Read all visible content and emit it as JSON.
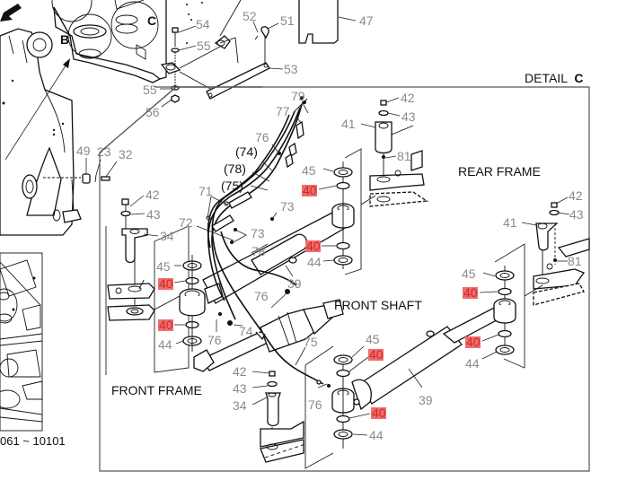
{
  "diagram": {
    "detail_title": "DETAIL",
    "detail_letter": "C",
    "serial_range": "061 ~ 10101",
    "reference_letters": {
      "b": "B",
      "c": "C"
    },
    "sections": {
      "rear_frame": "REAR FRAME",
      "front_shaft": "FRONT SHAFT",
      "front_frame": "FRONT FRAME"
    },
    "highlight_color": "#f26b6b",
    "callouts_top": {
      "c54": "54",
      "c55a": "55",
      "c52": "52",
      "c51": "51",
      "c53": "53",
      "c55b": "55",
      "c56": "56",
      "c47": "47",
      "c49": "49",
      "c23": "23",
      "c32": "32"
    },
    "callouts_detail": {
      "c79": "79",
      "c77": "77",
      "c76a": "76",
      "c74p": "(74)",
      "c78p": "(78)",
      "c75p": "(75)",
      "c71": "71",
      "c73a": "73",
      "c72": "72",
      "c73b": "73",
      "c78": "78",
      "c42a": "42",
      "c43a": "43",
      "c41a": "41",
      "c81a": "81",
      "c45a": "45",
      "c40a": "40",
      "c40b": "40",
      "c44a": "44",
      "c42b": "42",
      "c43b": "43",
      "c34a": "34",
      "c45b": "45",
      "c40c": "40",
      "c40d": "40",
      "c44b": "44",
      "c39a": "39",
      "c76b": "76",
      "c74": "74",
      "c76c": "76",
      "c42c": "42",
      "c43c": "43",
      "c41b": "41",
      "c81b": "81",
      "c45c": "45",
      "c40e": "40",
      "c40f": "40",
      "c44c": "44",
      "c75": "75",
      "c42d": "42",
      "c43d": "43",
      "c34b": "34",
      "c76d": "76",
      "c45d": "45",
      "c40g": "40",
      "c40h": "40",
      "c44d": "44",
      "c39b": "39"
    }
  }
}
